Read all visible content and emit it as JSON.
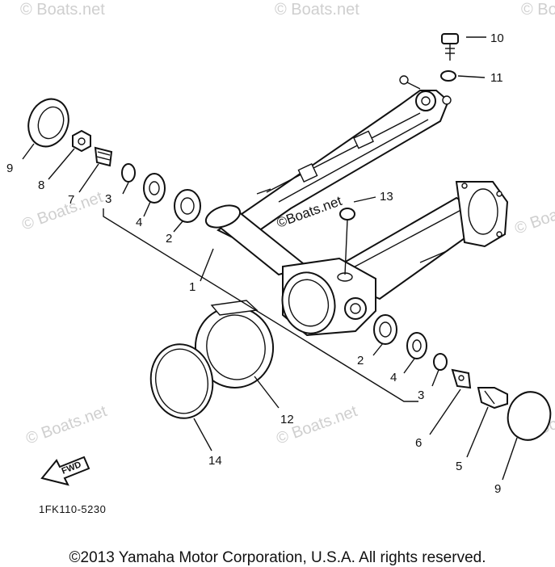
{
  "watermark": "© Boats.net",
  "watermark_inline": "©Boats.net",
  "diagram_code": "1FK110-5230",
  "fwd_label": "FWD",
  "copyright": "©2013 Yamaha Motor Corporation, U.S.A. All rights reserved.",
  "callouts": [
    "1",
    "2",
    "2",
    "3",
    "3",
    "4",
    "4",
    "5",
    "6",
    "7",
    "8",
    "9",
    "9",
    "10",
    "11",
    "12",
    "13",
    "14"
  ]
}
